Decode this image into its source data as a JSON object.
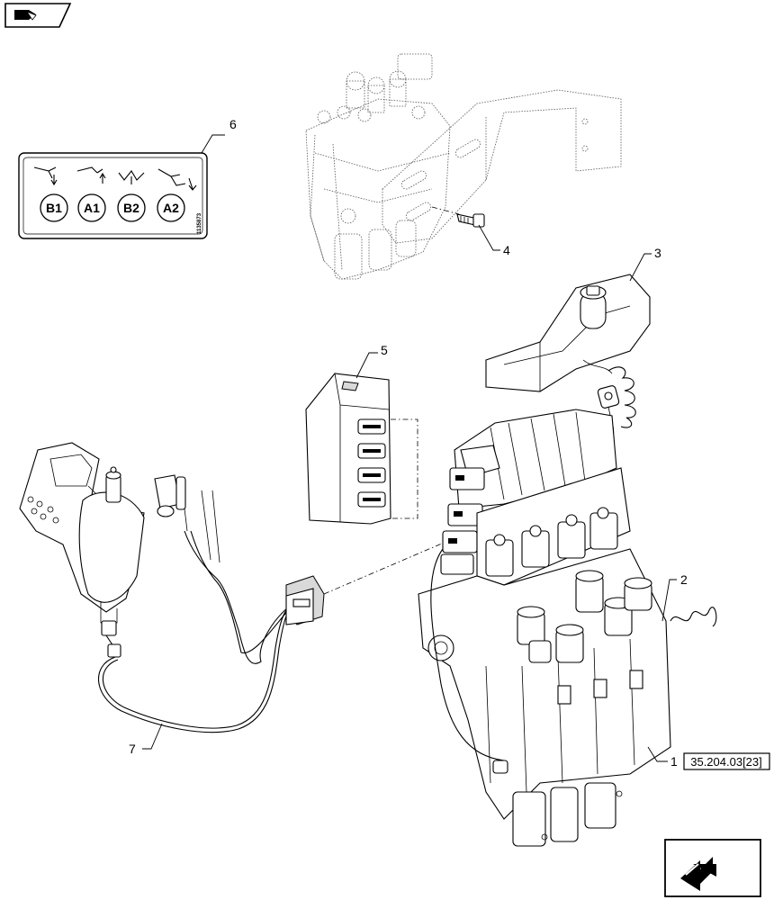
{
  "nav": {
    "top_icon": "back-arrow-icon",
    "bottom_icon": "next-page-arrow-icon"
  },
  "decal": {
    "labels": [
      "B1",
      "A1",
      "B2",
      "A2"
    ],
    "part_code": "1135873"
  },
  "callouts": {
    "c1": "1",
    "c2": "2",
    "c3": "3",
    "c4": "4",
    "c5": "5",
    "c6": "6",
    "c7": "7"
  },
  "reference": "35.204.03[23]"
}
